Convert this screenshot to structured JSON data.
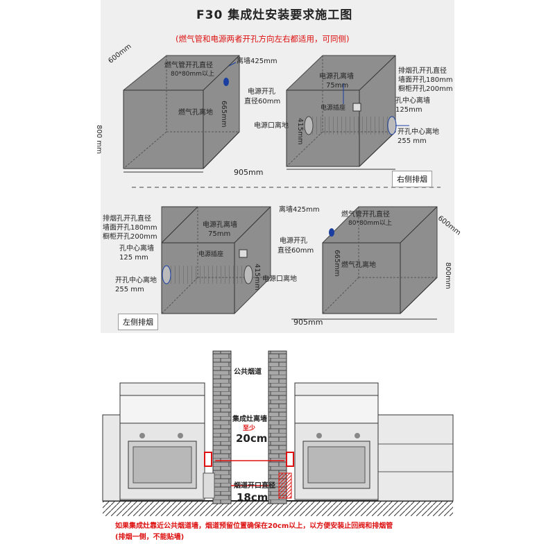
{
  "header": {
    "title": "F30 集成灶安装要求施工图",
    "subtitle": "(燃气管和电源两者开孔方向左右都适用，可同侧)"
  },
  "diagram_top_left": {
    "depth": "600mm",
    "height": "800 mm",
    "gas_pipe_label": "燃气管开孔直径",
    "gas_pipe_size": "80*80mm以上",
    "wall_distance": "离墙425mm",
    "gas_hole_ground": "燃气孔离地",
    "gas_hole_height": "665mm"
  },
  "diagram_top_right": {
    "power_wall_label": "电源孔离墙",
    "power_wall_value": "75mm",
    "power_hole_label": "电源开孔",
    "power_hole_size": "直径60mm",
    "socket_label": "电源插座",
    "power_ground_label": "电源口离地",
    "height_415": "415mm",
    "exhaust_label1": "排烟孔开孔直径",
    "exhaust_label2": "墙面开孔180mm",
    "exhaust_label3": "橱柜开孔200mm",
    "hole_center_wall": "孔中心离墙",
    "hole_center_value": "125mm",
    "hole_center_ground": "开孔中心离地",
    "hole_center_ground_value": "255 mm",
    "width": "905mm",
    "caption": "右侧排烟"
  },
  "diagram_bottom_left": {
    "exhaust_label1": "排烟孔开孔直径",
    "exhaust_label2": "墙面开孔180mm",
    "exhaust_label3": "橱柜开孔200mm",
    "hole_center_wall": "孔中心离墙",
    "hole_center_value": "125 mm",
    "hole_center_ground": "开孔中心离地",
    "hole_center_ground_value": "255 mm",
    "power_wall_label": "电源孔离墙",
    "power_wall_value": "75mm",
    "socket_label": "电源插座",
    "height_415": "415mm",
    "power_ground_label": "电源口离地",
    "caption": "左侧排烟"
  },
  "diagram_bottom_right": {
    "wall_distance": "离墙425mm",
    "gas_pipe_label": "燃气管开孔直径",
    "gas_pipe_size": "80*80mm以上",
    "power_hole_label": "电源开孔",
    "power_hole_size": "直径60mm",
    "depth": "600mm",
    "height": "800mm",
    "gas_hole_height": "665mm",
    "gas_hole_ground": "燃气孔离地",
    "width": "905mm"
  },
  "install_scene": {
    "chimney_label": "公共烟道",
    "stove_distance": "集成灶离墙",
    "at_least": "至少",
    "distance_value": "20cm",
    "flue_diameter_label": "烟道开口直径",
    "flue_diameter_value": "18cm",
    "note_line1": "如果集成灶靠近公共烟道墙，烟道预留位置确保在20cm以上，以方便安装止回阀和排烟管",
    "note_line2": "(排烟一侧，不能贴墙)"
  },
  "colors": {
    "box_fill": "#8f8f8f",
    "accent_red": "#dd1111",
    "blue_line": "#1a3fa0",
    "brick": "#9a9a9a"
  }
}
